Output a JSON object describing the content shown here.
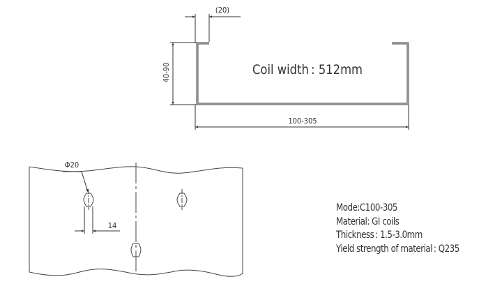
{
  "profile_drawing": {
    "coil_width_label": "Coil width : 512mm",
    "lip_dimension": "(20)",
    "height_dimension": "40-90",
    "width_dimension": "100-305"
  },
  "hole_drawing": {
    "hole_diameter": "Φ20",
    "hole_slot_dimension": "14"
  },
  "specs": {
    "mode": "Mode:C100-305",
    "material": "Material: GI coils",
    "thickness": "Thickness : 1.5-3.0mm",
    "yield_strength": "Yield strength of material : Q235"
  },
  "colors": {
    "line": "#444444",
    "profile": "#555555",
    "text": "#333333"
  }
}
